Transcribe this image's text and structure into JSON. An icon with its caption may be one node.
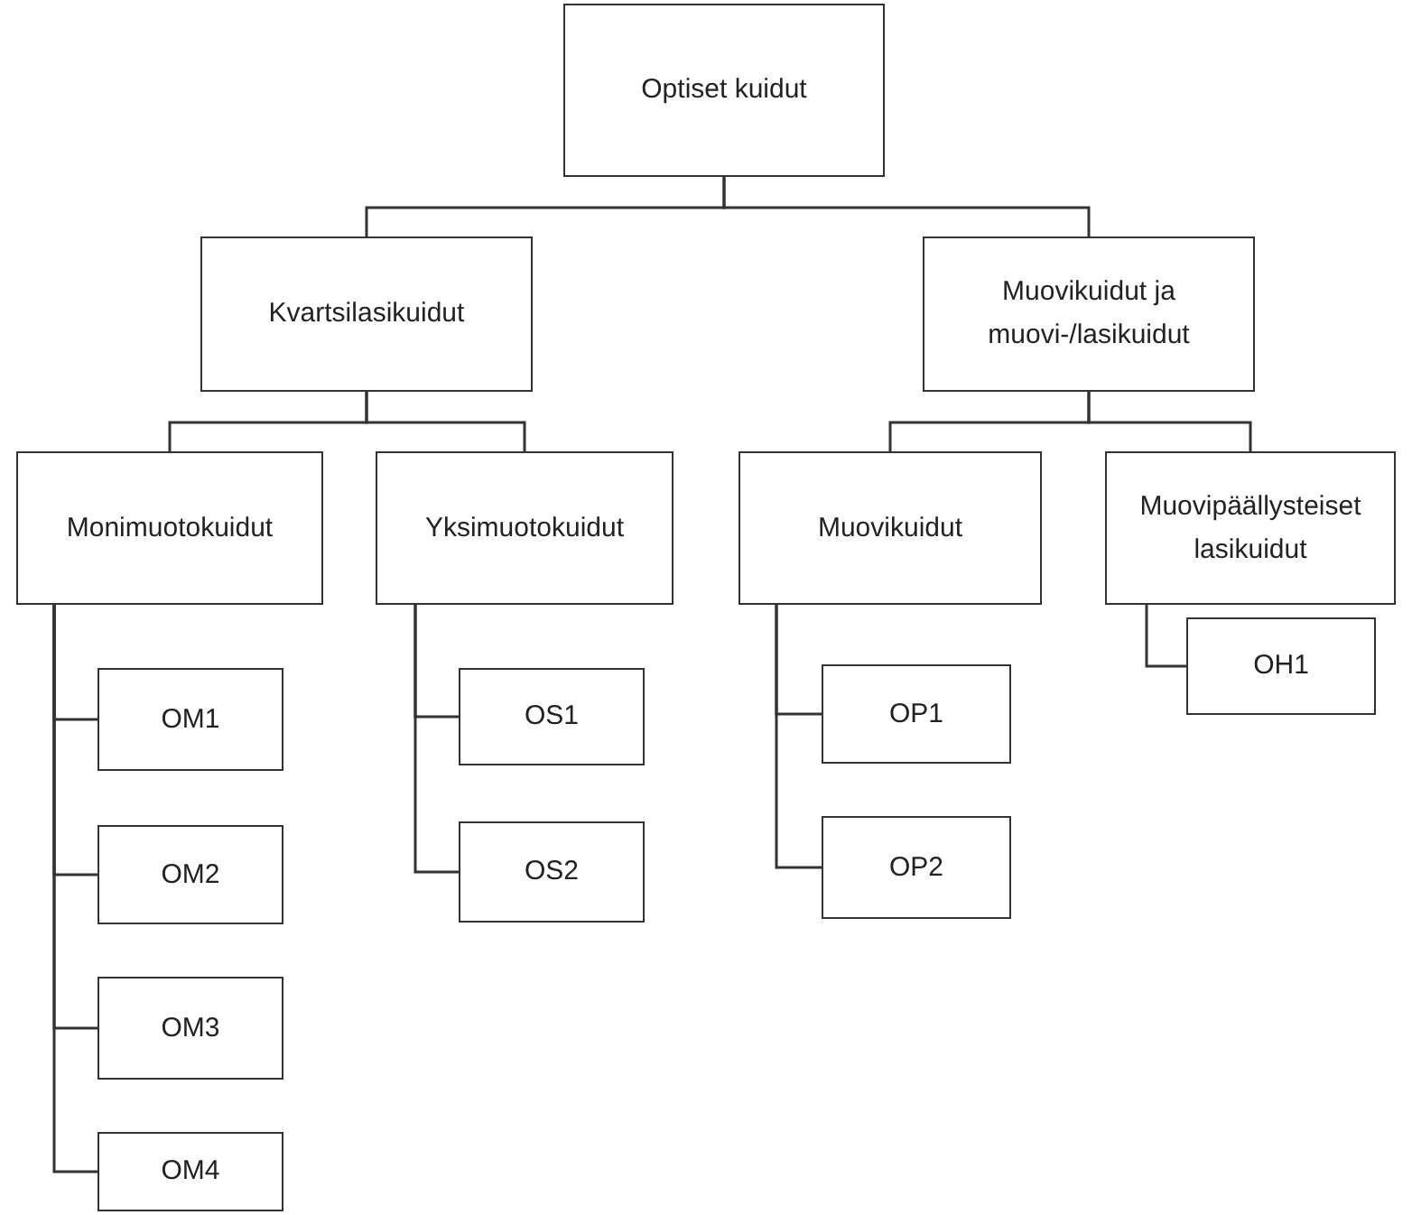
{
  "diagram": {
    "nodes": [
      {
        "text": [
          "Optiset kuidut"
        ]
      },
      {
        "text": [
          "Kvartsilasikuidut"
        ]
      },
      {
        "text": [
          "Muovikuidut ja muovi-/lasikuidut"
        ]
      },
      {
        "text": [
          "Monimuotokuidut"
        ]
      },
      {
        "text": [
          "Yksimuotokuidut"
        ]
      },
      {
        "text": [
          "Muovikuidut"
        ]
      },
      {
        "text": [
          "Muovipäällysteiset lasikuidut"
        ]
      },
      {
        "text": [
          "OM1"
        ]
      },
      {
        "text": [
          "OM2"
        ]
      },
      {
        "text": [
          "OM3"
        ]
      },
      {
        "text": [
          "OM4"
        ]
      },
      {
        "text": [
          "OS1"
        ]
      },
      {
        "text": [
          "OS2"
        ]
      },
      {
        "text": [
          "OP1"
        ]
      },
      {
        "text": [
          "OP2"
        ]
      },
      {
        "text": [
          "OH1"
        ]
      }
    ],
    "edges": [
      {
        "from": 0,
        "to": 1,
        "arrow": "none"
      },
      {
        "from": 0,
        "to": 2,
        "arrow": "none"
      },
      {
        "from": 1,
        "to": 3,
        "arrow": "none"
      },
      {
        "from": 1,
        "to": 4,
        "arrow": "none"
      },
      {
        "from": 2,
        "to": 5,
        "arrow": "none"
      },
      {
        "from": 2,
        "to": 6,
        "arrow": "none"
      },
      {
        "from": 3,
        "to": 7,
        "arrow": "none"
      },
      {
        "from": 3,
        "to": 8,
        "arrow": "none"
      },
      {
        "from": 3,
        "to": 9,
        "arrow": "none"
      },
      {
        "from": 3,
        "to": 10,
        "arrow": "none"
      },
      {
        "from": 4,
        "to": 11,
        "arrow": "none"
      },
      {
        "from": 4,
        "to": 12,
        "arrow": "none"
      },
      {
        "from": 5,
        "to": 13,
        "arrow": "none"
      },
      {
        "from": 5,
        "to": 14,
        "arrow": "none"
      },
      {
        "from": 6,
        "to": 15,
        "arrow": "none"
      }
    ]
  }
}
